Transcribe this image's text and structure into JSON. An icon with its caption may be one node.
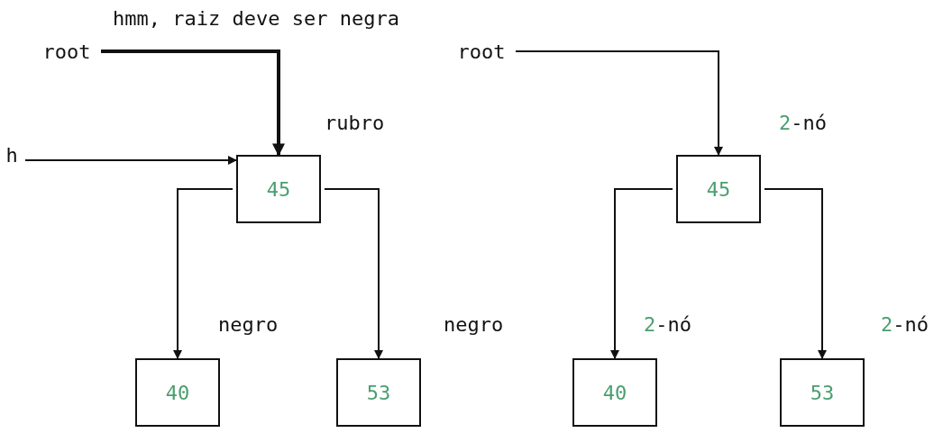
{
  "diagram": {
    "nodes": [
      {
        "text": [
          "root"
        ]
      },
      {
        "text": [
          "h"
        ]
      },
      {
        "text": [
          "45"
        ],
        "beside": [
          "rubro"
        ]
      },
      {
        "text": [
          "40"
        ],
        "beside": [
          "negro"
        ]
      },
      {
        "text": [
          "53"
        ],
        "beside": [
          "negro"
        ]
      },
      {
        "text": [
          "root"
        ]
      },
      {
        "text": [
          "45"
        ],
        "beside": [
          "2-nó"
        ]
      },
      {
        "text": [
          "40"
        ],
        "beside": [
          "2-nó"
        ]
      },
      {
        "text": [
          "53"
        ],
        "beside": [
          "2-nó"
        ]
      }
    ],
    "edges": [
      {
        "from": 0,
        "to": 2,
        "arrow": "to",
        "style": "thick"
      },
      {
        "from": 1,
        "to": 2,
        "arrow": "to"
      },
      {
        "from": 2,
        "to": 3,
        "arrow": "to"
      },
      {
        "from": 2,
        "to": 4,
        "arrow": "to"
      },
      {
        "from": 5,
        "to": 6,
        "arrow": "to"
      },
      {
        "from": 6,
        "to": 7,
        "arrow": "to"
      },
      {
        "from": 6,
        "to": 8,
        "arrow": "to"
      }
    ],
    "labels": [
      "hmm, raiz deve ser negra"
    ]
  }
}
